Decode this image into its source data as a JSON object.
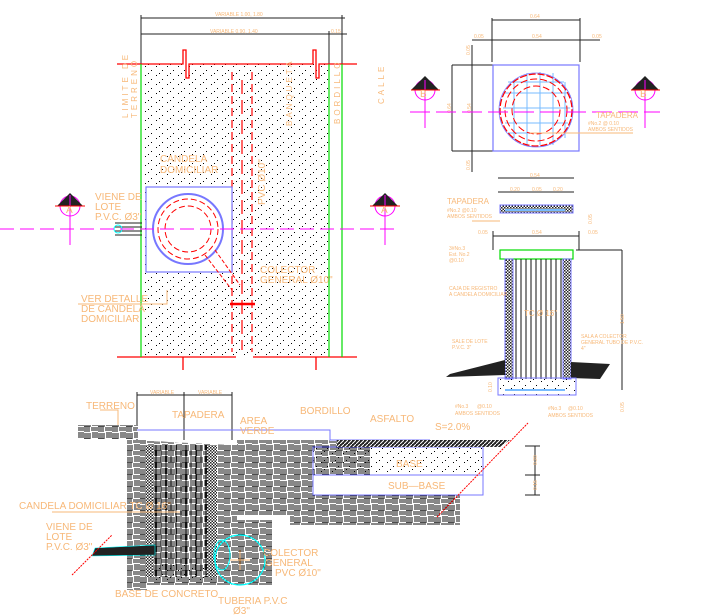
{
  "plan": {
    "dim_total": "VARIABLE 1.00, 1.80",
    "dim_inner": "VARIABLE 0.90, 1.40",
    "dim_curb": "0.15",
    "limite": "LIMITE DE",
    "terreno": "TERRENO",
    "banqueta": "BANQUETA",
    "bordillo": "BORDILLO",
    "calle": "CALLE",
    "candela_1": "CANDELA",
    "candela_2": "DOMICILIAR",
    "viene_1": "VIENE DE",
    "viene_2": "LOTE",
    "viene_3": "P.V.C. Ø3\"",
    "pvc10": "PVC Ø10\"",
    "colector_1": "COLECTOR",
    "colector_2": "GENERAL Ø10\"",
    "ver_1": "VER DETALLE",
    "ver_2": "DE CANDELA",
    "ver_3": "DOMICILIAR",
    "section_mark": "A"
  },
  "cover_plan": {
    "dim_top": "0.64",
    "dim_left": "0.05",
    "dim_mid": "0.54",
    "dim_right": "0.05",
    "dim_side_top": "0.05",
    "dim_side": "0.64",
    "dim_side_inner": "0.54",
    "dim_side_bottom": "0.05",
    "dim_bottom": "0.54",
    "dim_b1": "0.20",
    "dim_b2": "0.05",
    "dim_b3": "0.20",
    "tapadera_1": "TAPADERA",
    "tapadera_2": "#No.2 @ 0.10",
    "tapadera_3": "AMBOS SENTIDOS",
    "section_mark": "B"
  },
  "section_b": {
    "dim_top": "0.54",
    "dim_t1": "0.20",
    "dim_t2": "0.05",
    "dim_t3": "0.20",
    "tapadera_1": "TAPADERA",
    "tapadera_2": "#No.2 @0.10",
    "tapadera_3": "AMBOS SENTIDOS",
    "dim_cover_h": "0.05",
    "dim_w1": "0.05",
    "dim_w2": "0.54",
    "dim_w3": "0.05",
    "ring_1": "3#No.3",
    "ring_2": "Est. No.2",
    "ring_3": "@0.10",
    "caja_1": "CAJA DE REGISTRO",
    "caja_2": "A CANDELA DOMICILIAR",
    "tc": "TC Ø 16\"",
    "height": "1.50",
    "sale_1": "SALE DE LOTE",
    "sale_2": "P.V.C. 3\"",
    "sala_1": "SALA A COLECTOR",
    "sala_2": "GENERAL TUBO DE P.V.C.",
    "sala_3": "4\"",
    "base_h": "0.10",
    "base_1": "#No.3",
    "base_2": "@0.10",
    "base_3": "AMBOS SENTIDOS",
    "bottom_dim": "0.05"
  },
  "section_a": {
    "dim_1": "VARIABLE",
    "dim_2": "VARIABLE",
    "terreno": "TERRENO",
    "tapadera": "TAPADERA",
    "area_1": "AREA",
    "area_2": "VERDE",
    "bordillo": "BORDILLO",
    "asfalto": "ASFALTO",
    "slope": "S=2.0%",
    "base": "BASE",
    "subbase": "SUB—BASE",
    "dim_base": "0.20",
    "dim_subbase": "0.15",
    "candela": "CANDELA DOMICILIAR TC Ø 16\"",
    "viene_1": "VIENE DE",
    "viene_2": "LOTE",
    "viene_3": "P.V.C. Ø3\"",
    "colector_1": "COLECTOR",
    "colector_2": "GENERAL",
    "colector_3": "PVC Ø10\"",
    "base_concreto": "BASE DE CONCRETO",
    "tuberia_1": "TUBERIA P.V.C",
    "tuberia_2": "Ø3\"",
    "rebar_1": "#No.3",
    "rebar_2": "@0.10",
    "rebar_3": "AMBOS SENTIDOS"
  },
  "colors": {
    "text": "#f7b878",
    "red": "#ff0000",
    "green": "#00dd00",
    "blue": "#7777ff",
    "magenta": "#ff00ff",
    "cyan": "#00ffff"
  }
}
